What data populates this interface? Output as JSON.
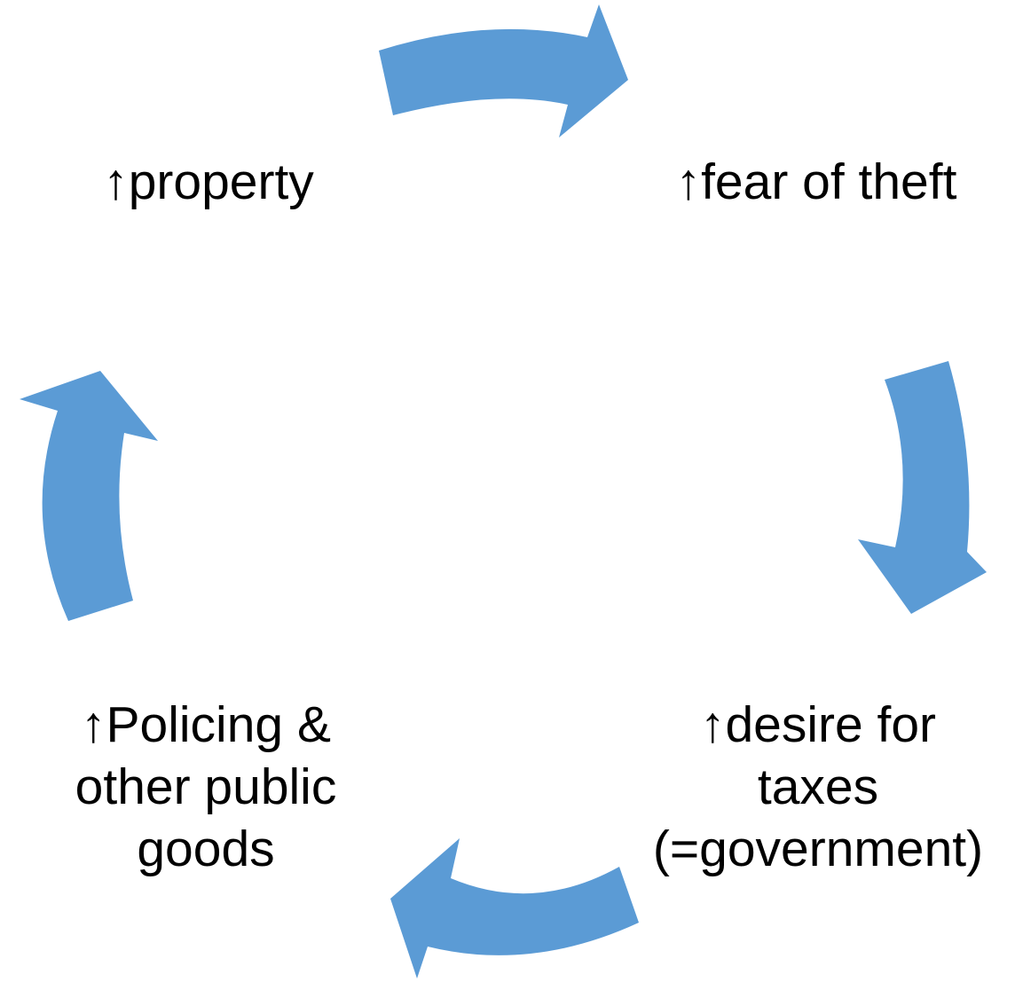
{
  "diagram": {
    "type": "cycle",
    "direction": "clockwise",
    "accent_color": "#5B9BD5",
    "background_color": "#FFFFFF",
    "text_color": "#000000",
    "nodes": [
      {
        "id": "property",
        "lines": [
          "↑property"
        ]
      },
      {
        "id": "fear-of-theft",
        "lines": [
          "↑fear of theft"
        ]
      },
      {
        "id": "desire-for-taxes",
        "lines": [
          "↑desire for",
          "taxes",
          "(=government)"
        ]
      },
      {
        "id": "policing",
        "lines": [
          "↑Policing &",
          "other public",
          "goods"
        ]
      }
    ],
    "arrows": [
      {
        "id": "top",
        "from": "property",
        "to": "fear-of-theft"
      },
      {
        "id": "right",
        "from": "fear-of-theft",
        "to": "desire-for-taxes"
      },
      {
        "id": "bottom",
        "from": "desire-for-taxes",
        "to": "policing"
      },
      {
        "id": "left",
        "from": "policing",
        "to": "property"
      }
    ]
  }
}
